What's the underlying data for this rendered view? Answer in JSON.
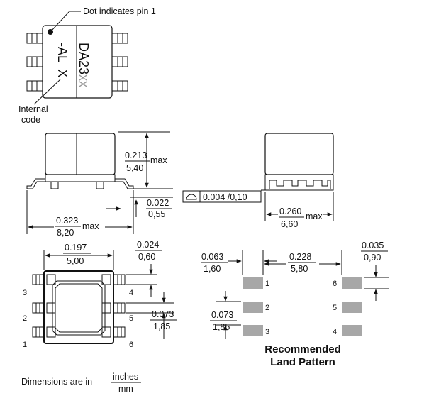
{
  "callouts": {
    "pin1_note": "Dot indicates pin 1",
    "internal_code_line1": "Internal",
    "internal_code_line2": "code"
  },
  "part_marking": {
    "line1_main": "DA23",
    "line1_suffix": "xx",
    "line2": "-AL  X"
  },
  "dimensions": {
    "height_in": "0.213",
    "height_mm": "5,40",
    "height_suffix": "max",
    "standoff_in": "0.022",
    "standoff_mm": "0,55",
    "length_in": "0.323",
    "length_mm": "8,20",
    "length_suffix": "max",
    "coplanarity": "0.004 /0,10",
    "width_in": "0.260",
    "width_mm": "6,60",
    "width_suffix": "max",
    "body_in": "0.197",
    "body_mm": "5,00",
    "lead_w_in": "0.024",
    "lead_w_mm": "0,60",
    "pitch_in": "0.073",
    "pitch_mm": "1,85",
    "land_w_in": "0.063",
    "land_w_mm": "1,60",
    "land_span_in": "0.228",
    "land_span_mm": "5,80",
    "land_h_in": "0.035",
    "land_h_mm": "0,90",
    "land_pitch_in": "0.073",
    "land_pitch_mm": "1,85"
  },
  "pins": {
    "left": [
      "3",
      "2",
      "1"
    ],
    "right": [
      "4",
      "5",
      "6"
    ]
  },
  "land_pattern": {
    "title_line1": "Recommended",
    "title_line2": "Land Pattern",
    "left_numbers": [
      "1",
      "2",
      "3"
    ],
    "right_numbers": [
      "6",
      "5",
      "4"
    ]
  },
  "units_note": {
    "prefix": "Dimensions are in",
    "top": "inches",
    "bottom": "mm"
  }
}
